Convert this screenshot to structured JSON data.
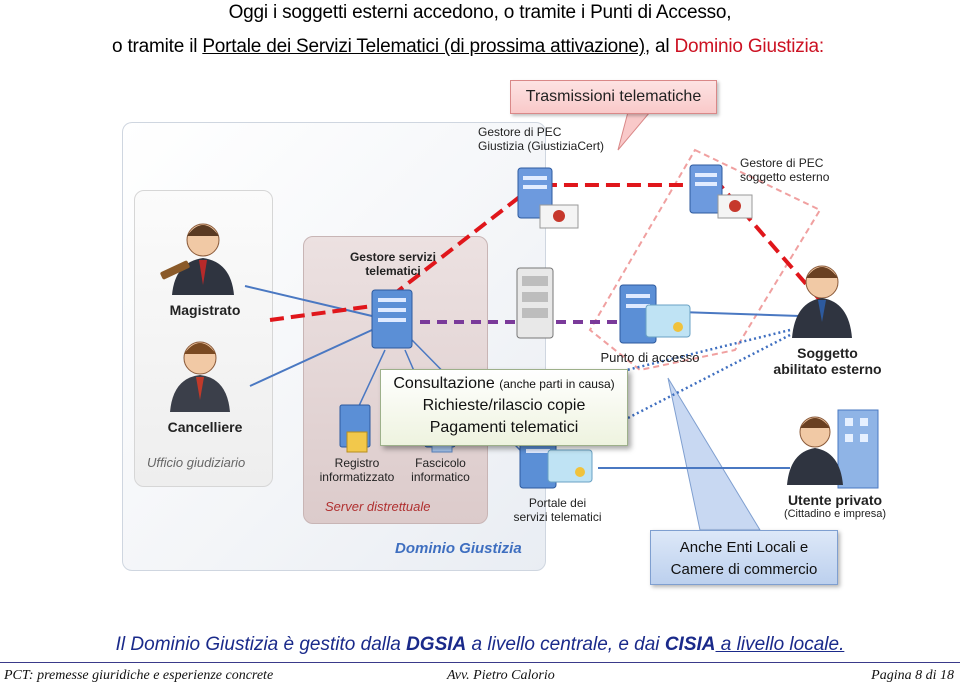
{
  "header": {
    "line1": "Oggi i soggetti esterni accedono, o tramite i Punti di Accesso,",
    "line2_prefix": "o tramite il ",
    "line2_portal": "Portale dei Servizi Telematici (di prossima attivazione)",
    "line2_middle": ", al ",
    "line2_dominio": "Dominio Giustizia:"
  },
  "diagram": {
    "callout_trasmissioni": "Trasmissioni telematiche",
    "gestore_pec_giustizia_1": "Gestore di PEC",
    "gestore_pec_giustizia_2": "Giustizia (GiustiziaCert)",
    "gestore_pec_esterno_1": "Gestore di PEC",
    "gestore_pec_esterno_2": "soggetto esterno",
    "gestore_servizi_1": "Gestore servizi",
    "gestore_servizi_2": "telematici",
    "magistrato": "Magistrato",
    "cancelliere": "Cancelliere",
    "ufficio": "Ufficio giudiziario",
    "punto_accesso": "Punto di accesso",
    "soggetto_1": "Soggetto",
    "soggetto_2": "abilitato esterno",
    "info_consultazione": "Consultazione",
    "info_consultazione_note": "(anche parti in causa)",
    "info_richieste": "Richieste/rilascio copie",
    "info_pagamenti": "Pagamenti telematici",
    "registro_1": "Registro",
    "registro_2": "informatizzato",
    "fascicolo_1": "Fascicolo",
    "fascicolo_2": "informatico",
    "server_distrettuale": "Server distrettuale",
    "portale_1": "Portale dei",
    "portale_2": "servizi telematici",
    "utente_1": "Utente privato",
    "utente_2": "(Cittadino e impresa)",
    "dominio_giustizia": "Dominio Giustizia",
    "enti_1": "Anche Enti Locali e",
    "enti_2": "Camere di commercio",
    "colors": {
      "pec_line": "#e0161b",
      "pdd_line": "#7a3a9a",
      "blue_line": "#4a78c2",
      "dotted_line": "#3f6fc0"
    }
  },
  "caption": {
    "part1": "Il Dominio Giustizia è gestito dalla ",
    "dgsia": "DGSIA",
    "part2": " a livello centrale, e dai ",
    "cisia": "CISIA",
    "part3": " a livello locale."
  },
  "footer": {
    "left": "PCT: premesse giuridiche e esperienze concrete",
    "center": "Avv. Pietro Calorio",
    "right": "Pagina 8 di 18"
  }
}
